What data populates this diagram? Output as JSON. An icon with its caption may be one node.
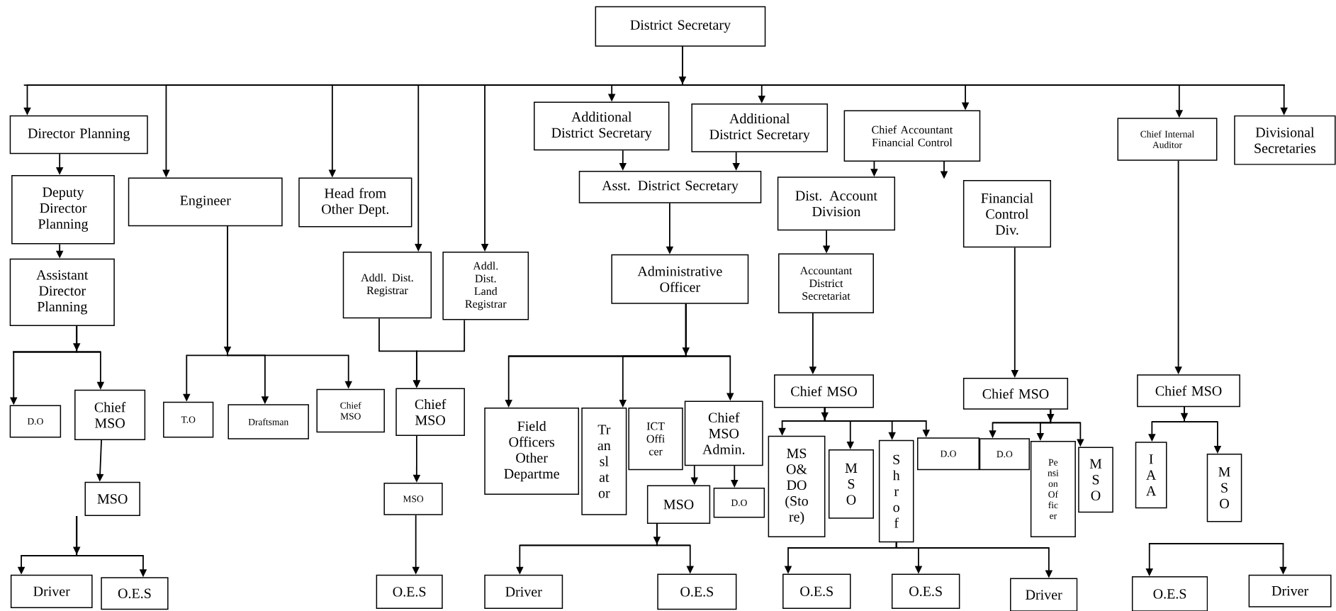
{
  "diagram": {
    "nodes": [
      {
        "text": [
          "District Secretary"
        ]
      },
      {
        "text": [
          "Director Planning"
        ]
      },
      {
        "text": [
          "Deputy Director Planning"
        ]
      },
      {
        "text": [
          "Assistant Director Planning"
        ]
      },
      {
        "text": [
          "Engineer"
        ]
      },
      {
        "text": [
          "Head from Other Dept."
        ]
      },
      {
        "text": [
          "Addl. Dist. Registrar"
        ]
      },
      {
        "text": [
          "Addl. Dist. Land Registrar"
        ]
      },
      {
        "text": [
          "Additional District Secretary"
        ]
      },
      {
        "text": [
          "Additional District Secretary"
        ]
      },
      {
        "text": [
          "Asst. District Secretary"
        ]
      },
      {
        "text": [
          "Administrative Officer"
        ]
      },
      {
        "text": [
          "Chief Accountant Financial Control"
        ]
      },
      {
        "text": [
          "Dist. Account Division"
        ]
      },
      {
        "text": [
          "Accountant District Secretariat"
        ]
      },
      {
        "text": [
          "Financial Control Div."
        ]
      },
      {
        "text": [
          "Chief Internal Auditor"
        ]
      },
      {
        "text": [
          "Divisional Secretaries"
        ]
      },
      {
        "text": [
          "D.O"
        ]
      },
      {
        "text": [
          "Chief MSO"
        ]
      },
      {
        "text": [
          "MSO"
        ]
      },
      {
        "text": [
          "Driver"
        ]
      },
      {
        "text": [
          "O.E.S"
        ]
      },
      {
        "text": [
          "T.O"
        ]
      },
      {
        "text": [
          "Draftsman"
        ]
      },
      {
        "text": [
          "Chief MSO"
        ]
      },
      {
        "text": [
          "Chief MSO"
        ]
      },
      {
        "text": [
          "MSO"
        ]
      },
      {
        "text": [
          "O.E.S"
        ]
      },
      {
        "text": [
          "Field Officers Other Departme"
        ]
      },
      {
        "text": [
          "Tr an sl at or"
        ]
      },
      {
        "text": [
          "ICT Offi cer"
        ]
      },
      {
        "text": [
          "Chief MSO Admin."
        ]
      },
      {
        "text": [
          "MSO"
        ]
      },
      {
        "text": [
          "D.O"
        ]
      },
      {
        "text": [
          "Driver"
        ]
      },
      {
        "text": [
          "O.E.S"
        ]
      },
      {
        "text": [
          "Chief MSO"
        ]
      },
      {
        "text": [
          "MS O& DO (Sto re)"
        ]
      },
      {
        "text": [
          "M S O"
        ]
      },
      {
        "text": [
          "S h r o f"
        ]
      },
      {
        "text": [
          "D.O"
        ]
      },
      {
        "text": [
          "D.O"
        ]
      },
      {
        "text": [
          "Pe nsi on Of fic er"
        ]
      },
      {
        "text": [
          "M S O"
        ]
      },
      {
        "text": [
          "O.E.S"
        ]
      },
      {
        "text": [
          "O.E.S"
        ]
      },
      {
        "text": [
          "Driver"
        ]
      },
      {
        "text": [
          "Chief MSO"
        ]
      },
      {
        "text": [
          "Chief MSO"
        ]
      },
      {
        "text": [
          "I A A"
        ]
      },
      {
        "text": [
          "M S O"
        ]
      },
      {
        "text": [
          "O.E.S"
        ]
      },
      {
        "text": [
          "Driver"
        ]
      }
    ],
    "edges": [
      {
        "from": 0,
        "to": 1,
        "arrow": "to"
      },
      {
        "from": 0,
        "to": 4,
        "arrow": "to"
      },
      {
        "from": 0,
        "to": 5,
        "arrow": "to"
      },
      {
        "from": 0,
        "to": 6,
        "arrow": "to"
      },
      {
        "from": 0,
        "to": 7,
        "arrow": "to"
      },
      {
        "from": 0,
        "to": 8,
        "arrow": "to"
      },
      {
        "from": 0,
        "to": 9,
        "arrow": "to"
      },
      {
        "from": 0,
        "to": 12,
        "arrow": "to"
      },
      {
        "from": 0,
        "to": 16,
        "arrow": "to"
      },
      {
        "from": 0,
        "to": 17,
        "arrow": "to"
      },
      {
        "from": 1,
        "to": 2,
        "arrow": "to"
      },
      {
        "from": 2,
        "to": 3,
        "arrow": "to"
      },
      {
        "from": 3,
        "to": 18,
        "arrow": "to"
      },
      {
        "from": 3,
        "to": 19,
        "arrow": "to"
      },
      {
        "from": 19,
        "to": 20,
        "arrow": "to"
      },
      {
        "from": 20,
        "to": 21,
        "arrow": "to"
      },
      {
        "from": 20,
        "to": 22,
        "arrow": "to"
      },
      {
        "from": 4,
        "to": 23,
        "arrow": "to"
      },
      {
        "from": 4,
        "to": 24,
        "arrow": "to"
      },
      {
        "from": 4,
        "to": 25,
        "arrow": "to"
      },
      {
        "from": 6,
        "to": 26,
        "arrow": "to"
      },
      {
        "from": 7,
        "to": 26,
        "arrow": "to"
      },
      {
        "from": 26,
        "to": 27,
        "arrow": "to"
      },
      {
        "from": 27,
        "to": 28,
        "arrow": "to"
      },
      {
        "from": 8,
        "to": 10,
        "arrow": "to"
      },
      {
        "from": 9,
        "to": 10,
        "arrow": "to"
      },
      {
        "from": 10,
        "to": 11,
        "arrow": "to"
      },
      {
        "from": 11,
        "to": 29,
        "arrow": "to"
      },
      {
        "from": 11,
        "to": 30,
        "arrow": "to"
      },
      {
        "from": 11,
        "to": 32,
        "arrow": "to"
      },
      {
        "from": 32,
        "to": 33,
        "arrow": "to"
      },
      {
        "from": 32,
        "to": 34,
        "arrow": "to"
      },
      {
        "from": 33,
        "to": 35,
        "arrow": "to"
      },
      {
        "from": 33,
        "to": 36,
        "arrow": "to"
      },
      {
        "from": 12,
        "to": 13,
        "arrow": "to"
      },
      {
        "from": 12,
        "to": null,
        "arrow": "to"
      },
      {
        "from": 13,
        "to": 14,
        "arrow": "to"
      },
      {
        "from": 14,
        "to": 37,
        "arrow": "to"
      },
      {
        "from": 37,
        "to": 38,
        "arrow": "to"
      },
      {
        "from": 37,
        "to": 39,
        "arrow": "to"
      },
      {
        "from": 37,
        "to": 40,
        "arrow": "to"
      },
      {
        "from": 37,
        "to": 41,
        "arrow": "to"
      },
      {
        "from": 15,
        "to": 48,
        "arrow": "to"
      },
      {
        "from": 48,
        "to": 42,
        "arrow": "to"
      },
      {
        "from": 48,
        "to": 43,
        "arrow": "to"
      },
      {
        "from": 48,
        "to": 44,
        "arrow": "to"
      },
      {
        "from": 16,
        "to": 49,
        "arrow": "to"
      },
      {
        "from": 49,
        "to": 50,
        "arrow": "to"
      },
      {
        "from": 49,
        "to": 51,
        "arrow": "to"
      },
      {
        "from": 40,
        "to": 45,
        "arrow": "to"
      },
      {
        "from": 40,
        "to": 46,
        "arrow": "to"
      },
      {
        "from": 40,
        "to": 47,
        "arrow": "to"
      },
      {
        "from": null,
        "to": 52,
        "arrow": "to"
      },
      {
        "from": null,
        "to": 53,
        "arrow": "to"
      }
    ]
  }
}
